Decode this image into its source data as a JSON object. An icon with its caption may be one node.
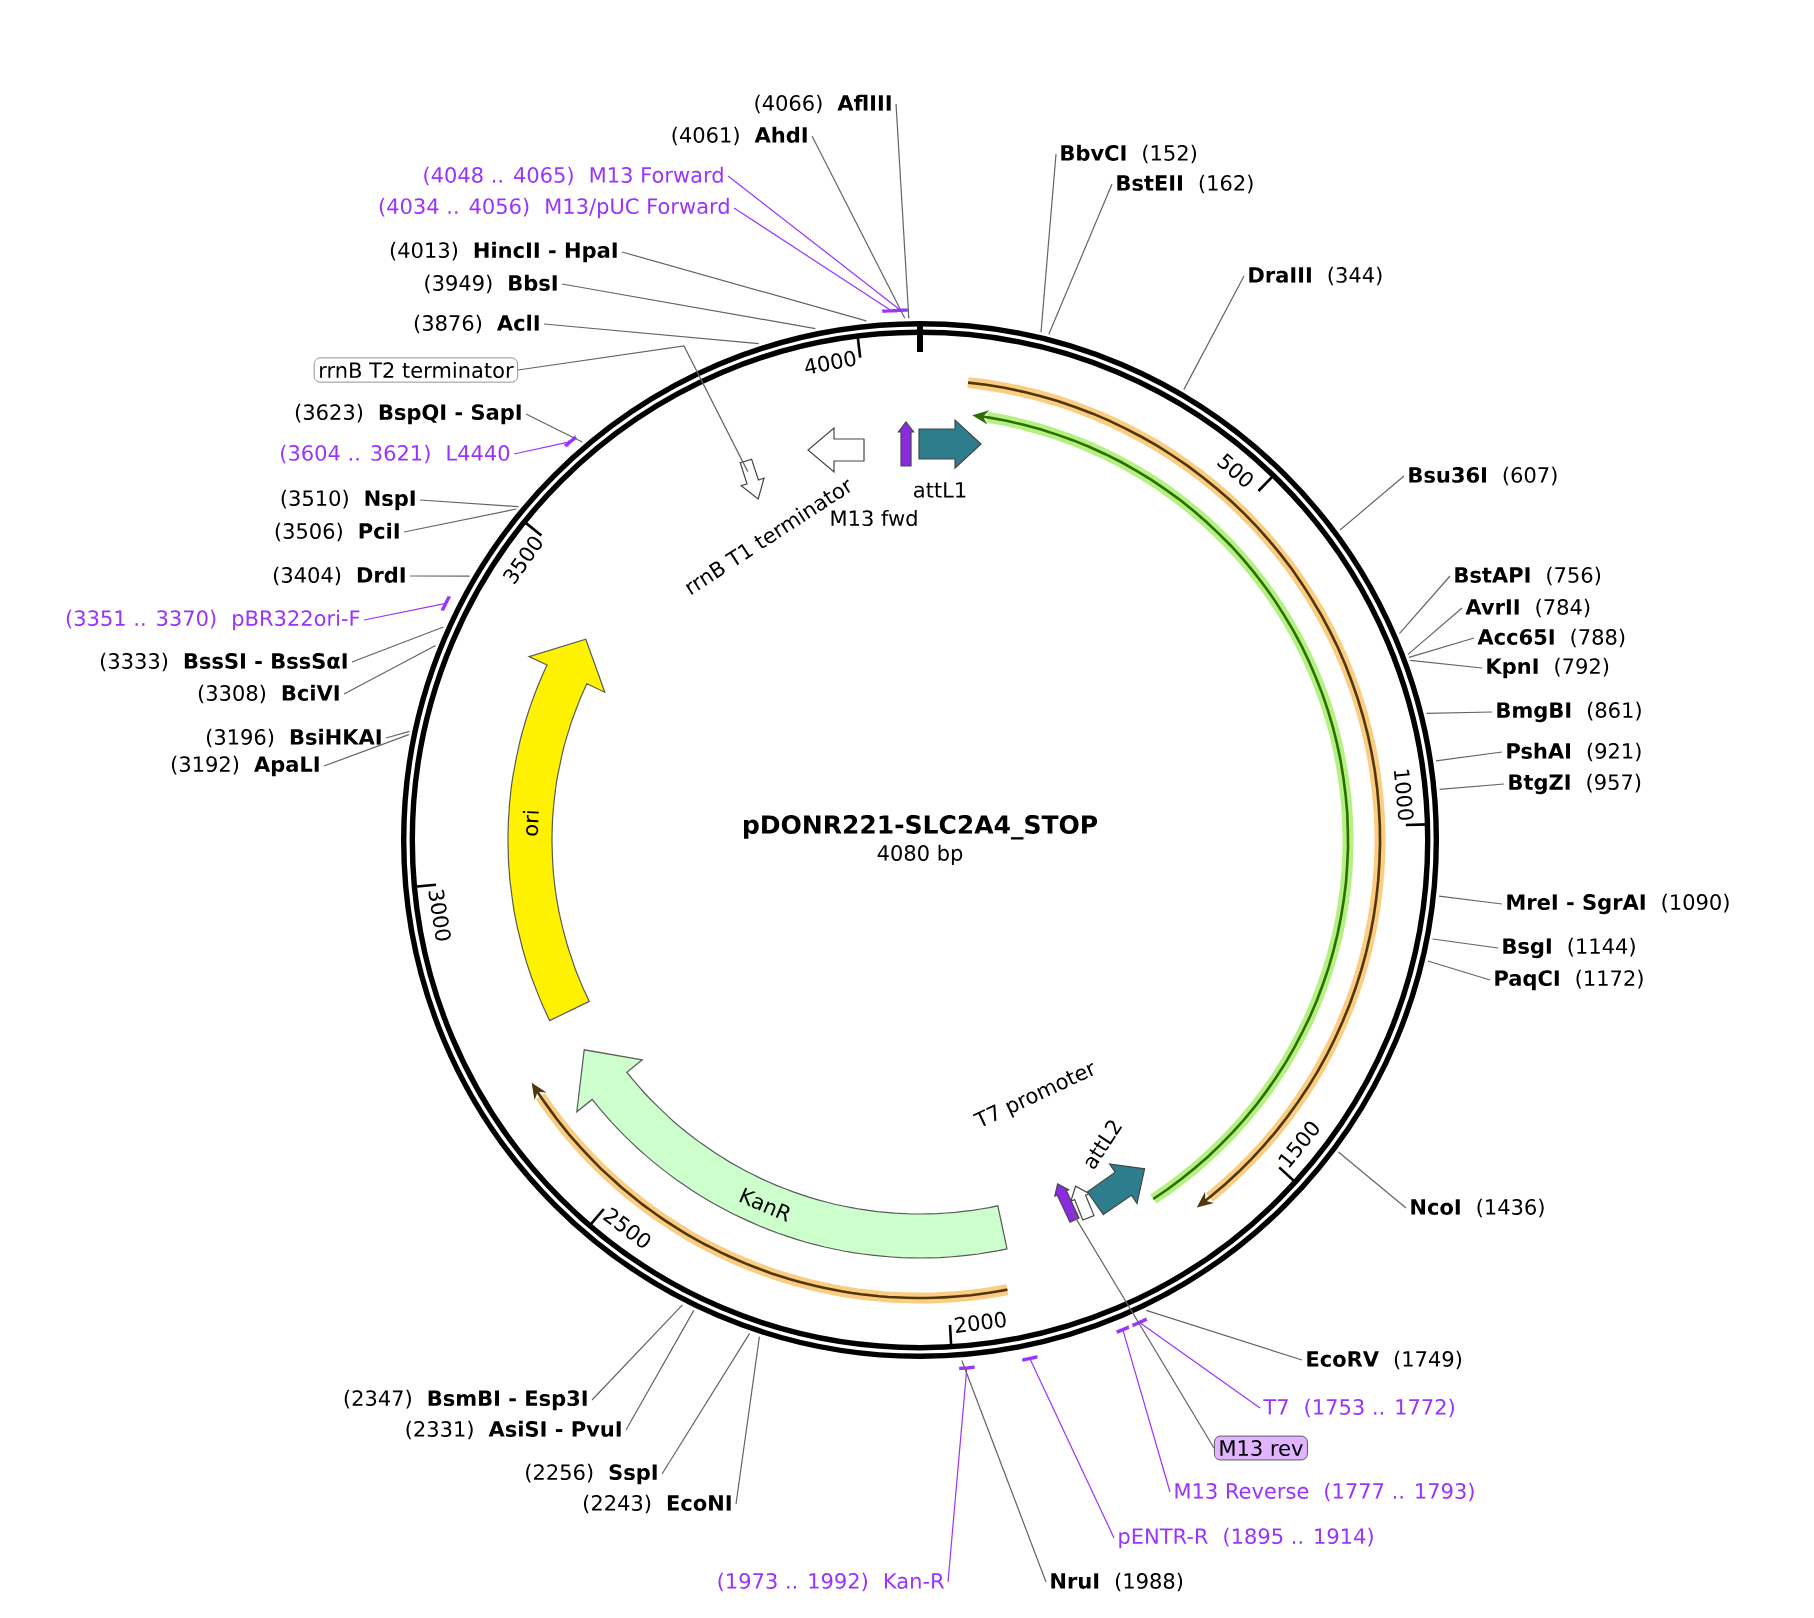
{
  "diagram": {
    "nodes": [
      {
        "text": [
          "pDONR221-SLC2A4_STOP",
          "4080 bp"
        ]
      },
      {
        "text": [
          "attL1"
        ],
        "in": 0
      },
      {
        "text": [
          "M13 fwd"
        ],
        "in": 0
      },
      {
        "text": [
          "rrnB T1 terminator"
        ],
        "in": 0
      },
      {
        "text": [],
        "shape": "arrow",
        "in": 0
      },
      {
        "text": [
          "ori"
        ],
        "in": 0
      },
      {
        "text": [
          "KanR"
        ],
        "in": 0
      },
      {
        "text": [
          "T7 promoter"
        ],
        "in": 0
      },
      {
        "text": [
          "attL2"
        ],
        "in": 0
      },
      {
        "text": [],
        "shape": "arrow",
        "in": 0
      },
      {
        "text": [
          "(4066)",
          "AflIII"
        ]
      },
      {
        "text": [
          "(4061)",
          "AhdI"
        ]
      },
      {
        "text": [
          "(4048 .. 4065)",
          "M13 Forward"
        ]
      },
      {
        "text": [
          "(4034 .. 4056)",
          "M13/pUC Forward"
        ]
      },
      {
        "text": [
          "BbvCI",
          "(152)"
        ]
      },
      {
        "text": [
          "BstEII",
          "(162)"
        ]
      },
      {
        "text": [
          "(4013)",
          "HincII - HpaI"
        ]
      },
      {
        "text": [
          "DraIII",
          "(344)"
        ]
      },
      {
        "text": [
          "(3949)",
          "BbsI"
        ]
      },
      {
        "text": [
          "(3876)",
          "AclI"
        ]
      },
      {
        "text": [
          "rrnB T2 terminator"
        ]
      },
      {
        "text": [
          "(3623)",
          "BspQI - SapI"
        ]
      },
      {
        "text": [
          "(3604 .. 3621)",
          "L4440"
        ]
      },
      {
        "text": [
          "Bsu36I",
          "(607)"
        ]
      },
      {
        "text": [
          "(3510)",
          "NspI"
        ]
      },
      {
        "text": [
          "(3506)",
          "PciI"
        ]
      },
      {
        "text": [
          "BstAPI",
          "(756)"
        ]
      },
      {
        "text": [
          "(3404)",
          "DrdI"
        ]
      },
      {
        "text": [
          "AvrII",
          "(784)"
        ]
      },
      {
        "text": [
          "(3351 .. 3370)",
          "pBR322ori-F"
        ]
      },
      {
        "text": [
          "Acc65I",
          "(788)"
        ]
      },
      {
        "text": [
          "(3333)",
          "BssSI - BssSαI"
        ]
      },
      {
        "text": [
          "KpnI",
          "(792)"
        ]
      },
      {
        "text": [
          "(3308)",
          "BciVI"
        ]
      },
      {
        "text": [
          "BmgBI",
          "(861)"
        ]
      },
      {
        "text": [
          "(3196)",
          "BsiHKAI"
        ]
      },
      {
        "text": [
          "PshAI",
          "(921)"
        ]
      },
      {
        "text": [
          "(3192)",
          "ApaLI"
        ]
      },
      {
        "text": [
          "BtgZI",
          "(957)"
        ]
      },
      {
        "text": [
          "MreI - SgrAI",
          "(1090)"
        ]
      },
      {
        "text": [
          "BsgI",
          "(1144)"
        ]
      },
      {
        "text": [
          "PaqCI",
          "(1172)"
        ]
      },
      {
        "text": [
          "NcoI",
          "(1436)"
        ]
      },
      {
        "text": [
          "EcoRV",
          "(1749)"
        ]
      },
      {
        "text": [
          "(2347)",
          "BsmBI - Esp3I"
        ]
      },
      {
        "text": [
          "T7",
          "(1753 .. 1772)"
        ]
      },
      {
        "text": [
          "(2331)",
          "AsiSI - PvuI"
        ]
      },
      {
        "text": [
          "M13 rev"
        ]
      },
      {
        "text": [
          "(2256)",
          "SspI"
        ]
      },
      {
        "text": [
          "M13 Reverse",
          "(1777 .. 1793)"
        ]
      },
      {
        "text": [
          "(2243)",
          "EcoNI"
        ]
      },
      {
        "text": [
          "pENTR-R",
          "(1895 .. 1914)"
        ]
      },
      {
        "text": [
          "(1973 .. 1992)",
          "Kan-R"
        ]
      },
      {
        "text": [
          "NruI",
          "(1988)"
        ]
      }
    ],
    "edges": [
      {
        "from": 10,
        "to": 0,
        "arrow": "none"
      },
      {
        "from": 11,
        "to": 0,
        "arrow": "none"
      },
      {
        "from": 12,
        "to": 0,
        "arrow": "none",
        "color": "#9933ff"
      },
      {
        "from": 13,
        "to": 0,
        "arrow": "none",
        "color": "#9933ff"
      },
      {
        "from": 14,
        "to": 0,
        "arrow": "none"
      },
      {
        "from": 15,
        "to": 0,
        "arrow": "none"
      },
      {
        "from": 16,
        "to": 0,
        "arrow": "none"
      },
      {
        "from": 17,
        "to": 0,
        "arrow": "none"
      },
      {
        "from": 18,
        "to": 0,
        "arrow": "none"
      },
      {
        "from": 19,
        "to": 0,
        "arrow": "none"
      },
      {
        "from": 20,
        "to": 4,
        "arrow": "none"
      },
      {
        "from": 21,
        "to": 0,
        "arrow": "none"
      },
      {
        "from": 22,
        "to": 0,
        "arrow": "none",
        "color": "#9933ff"
      },
      {
        "from": 23,
        "to": 0,
        "arrow": "none"
      },
      {
        "from": 24,
        "to": 0,
        "arrow": "none"
      },
      {
        "from": 25,
        "to": 0,
        "arrow": "none"
      },
      {
        "from": 26,
        "to": 0,
        "arrow": "none"
      },
      {
        "from": 27,
        "to": 0,
        "arrow": "none"
      },
      {
        "from": 28,
        "to": 0,
        "arrow": "none"
      },
      {
        "from": 29,
        "to": 0,
        "arrow": "none",
        "color": "#9933ff"
      },
      {
        "from": 30,
        "to": 0,
        "arrow": "none"
      },
      {
        "from": 31,
        "to": 0,
        "arrow": "none"
      },
      {
        "from": 32,
        "to": 0,
        "arrow": "none"
      },
      {
        "from": 33,
        "to": 0,
        "arrow": "none"
      },
      {
        "from": 34,
        "to": 0,
        "arrow": "none"
      },
      {
        "from": 35,
        "to": 0,
        "arrow": "none"
      },
      {
        "from": 36,
        "to": 0,
        "arrow": "none"
      },
      {
        "from": 37,
        "to": 0,
        "arrow": "none"
      },
      {
        "from": 38,
        "to": 0,
        "arrow": "none"
      },
      {
        "from": 39,
        "to": 0,
        "arrow": "none"
      },
      {
        "from": 40,
        "to": 0,
        "arrow": "none"
      },
      {
        "from": 41,
        "to": 0,
        "arrow": "none"
      },
      {
        "from": 42,
        "to": 0,
        "arrow": "none"
      },
      {
        "from": 43,
        "to": 0,
        "arrow": "none"
      },
      {
        "from": 44,
        "to": 0,
        "arrow": "none"
      },
      {
        "from": 45,
        "to": 0,
        "arrow": "none",
        "color": "#9933ff"
      },
      {
        "from": 46,
        "to": 0,
        "arrow": "none"
      },
      {
        "from": 47,
        "to": 9,
        "arrow": "none"
      },
      {
        "from": 48,
        "to": 0,
        "arrow": "none"
      },
      {
        "from": 49,
        "to": 0,
        "arrow": "none",
        "color": "#9933ff"
      },
      {
        "from": 50,
        "to": 0,
        "arrow": "none"
      },
      {
        "from": 51,
        "to": 0,
        "arrow": "none",
        "color": "#9933ff"
      },
      {
        "from": 52,
        "to": 0,
        "arrow": "none",
        "color": "#9933ff"
      },
      {
        "from": 53,
        "to": 0,
        "arrow": "none"
      }
    ],
    "labels": [
      "500",
      "1000",
      "1500",
      "2000",
      "2500",
      "3000",
      "3500",
      "4000"
    ]
  }
}
